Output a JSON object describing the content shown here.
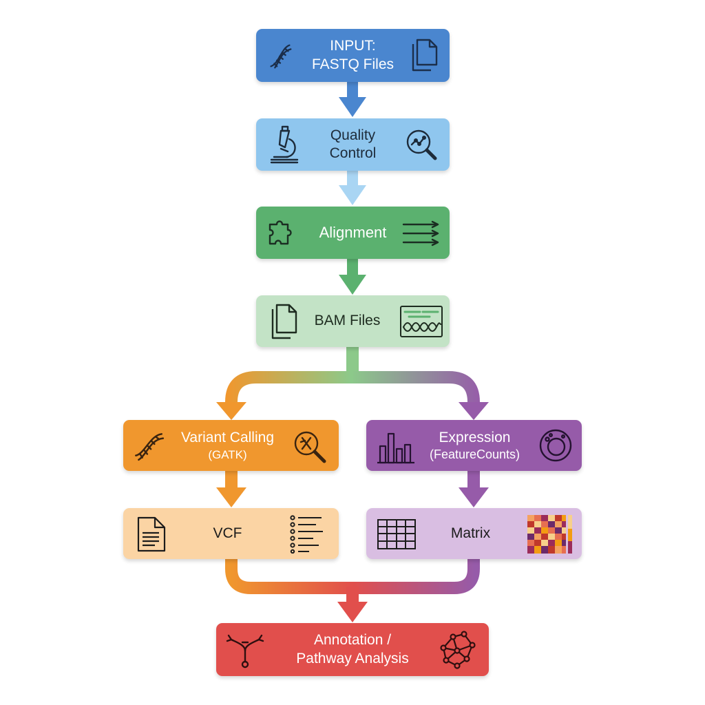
{
  "steps": {
    "input": {
      "line1": "INPUT:",
      "line2": "FASTQ Files",
      "color": "#4a86cf",
      "text_color": "#ffffff",
      "icons": [
        "dna-icon",
        "files-icon"
      ]
    },
    "qc": {
      "line1": "Quality",
      "line2": "Control",
      "color": "#8fc6ee",
      "text_color": "#1d2b3a",
      "icons": [
        "microscope-icon",
        "magnifier-chart-icon"
      ]
    },
    "alignment": {
      "label": "Alignment",
      "color": "#5bb16f",
      "text_color": "#ffffff",
      "icons": [
        "puzzle-icon",
        "parallel-arrows-icon"
      ]
    },
    "bam": {
      "label": "BAM Files",
      "color": "#c3e3c6",
      "text_color": "#1d2b1f",
      "icons": [
        "files-icon",
        "genome-track-icon"
      ]
    },
    "variant": {
      "line1": "Variant Calling",
      "line2": "(GATK)",
      "color": "#f0972e",
      "text_color": "#ffffff",
      "icons": [
        "dna-icon",
        "magnifier-chromosome-icon"
      ]
    },
    "expression": {
      "line1": "Expression",
      "line2": "(FeatureCounts)",
      "color": "#965ba9",
      "text_color": "#ffffff",
      "icons": [
        "bar-chart-icon",
        "cell-icon"
      ]
    },
    "vcf": {
      "label": "VCF",
      "color": "#fbd4a4",
      "text_color": "#1b1b1b",
      "icons": [
        "document-icon",
        "variant-list-icon"
      ]
    },
    "matrix": {
      "label": "Matrix",
      "color": "#d9bee2",
      "text_color": "#1b1b1b",
      "icons": [
        "table-grid-icon",
        "heatmap-icon"
      ]
    },
    "annotation": {
      "line1": "Annotation /",
      "line2": "Pathway Analysis",
      "color": "#e14f4c",
      "text_color": "#ffffff",
      "icons": [
        "branch-icon",
        "network-icon"
      ]
    }
  },
  "connector_colors": {
    "blue": "#4a86cf",
    "light_blue": "#a9d5f3",
    "green": "#5bb16f",
    "orange": "#f0972e",
    "purple": "#965ba9",
    "red": "#e14f4c"
  }
}
